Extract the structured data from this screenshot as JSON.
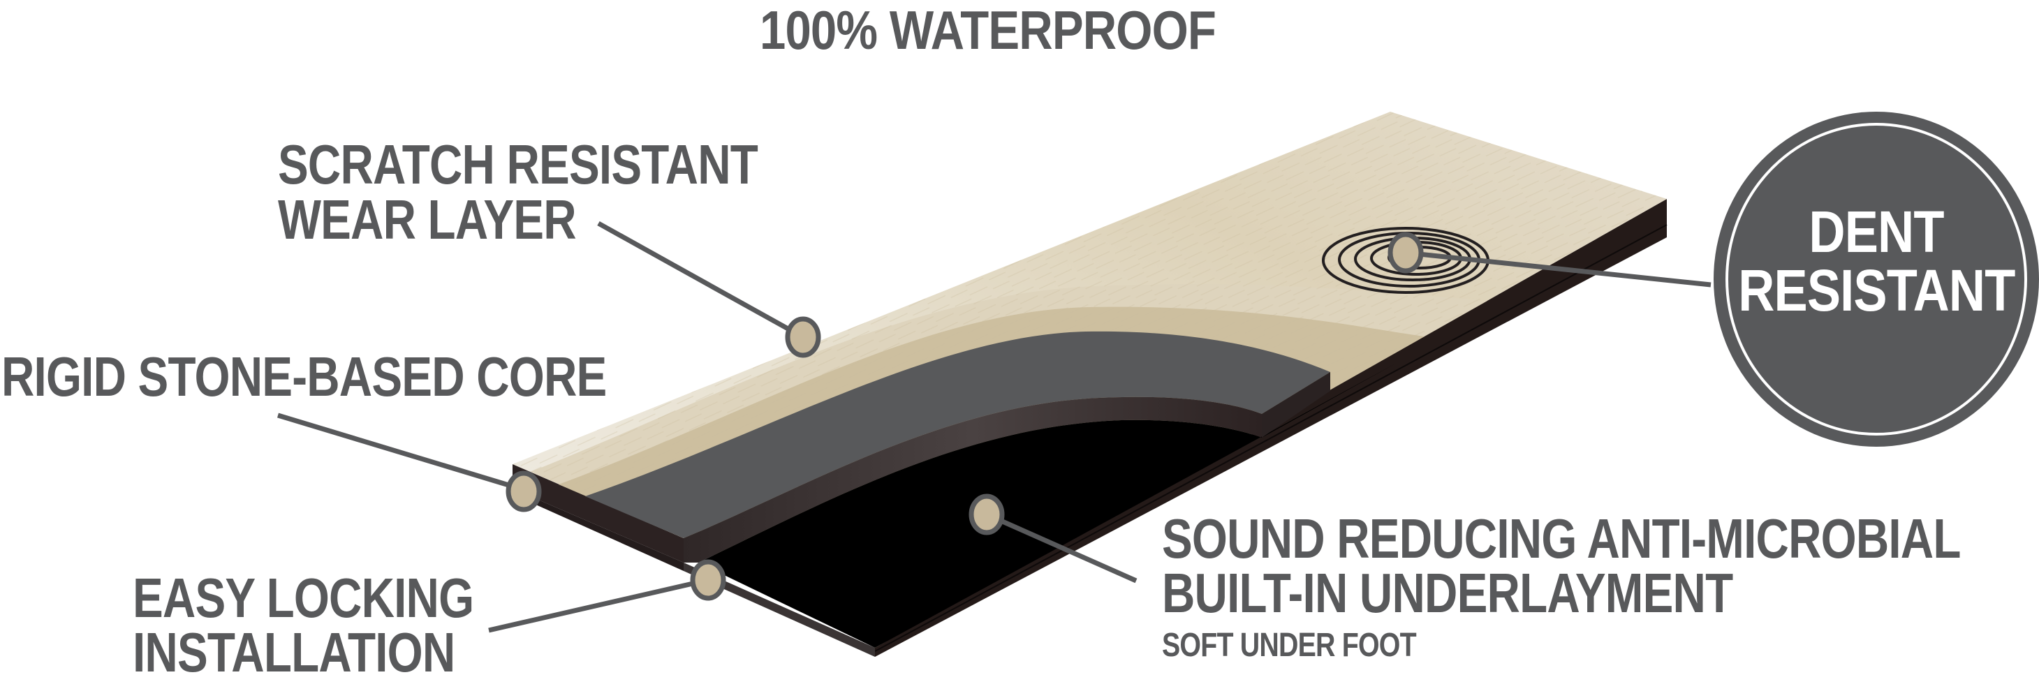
{
  "title": "100% WATERPROOF",
  "callouts": {
    "wear_layer": {
      "line1": "SCRATCH RESISTANT",
      "line2": "WEAR LAYER"
    },
    "core": {
      "line1": "RIGID STONE-BASED CORE"
    },
    "locking": {
      "line1": "EASY LOCKING",
      "line2": "INSTALLATION"
    },
    "underlayment": {
      "line1": "SOUND REDUCING ANTI-MICROBIAL",
      "line2": "BUILT-IN UNDERLAYMENT",
      "subtext": "SOFT UNDER FOOT"
    },
    "dent": {
      "line1": "DENT",
      "line2": "RESISTANT"
    }
  },
  "icons": {
    "marker": "callout-dot",
    "dent_rings": "concentric-rings"
  },
  "colors": {
    "text_gray": "#58595b",
    "marker_fill": "#c8b99c",
    "marker_border": "#58595b",
    "wood_light": "#e8e2d2",
    "wood_mid": "#d8ccb0",
    "wood_tan": "#c9b996",
    "core_gray": "#58595b",
    "core_edge": "#3b3334",
    "underlay_black": "#000000",
    "side_face": "#241a18",
    "badge_fill": "#58595b",
    "badge_text": "#ffffff"
  }
}
